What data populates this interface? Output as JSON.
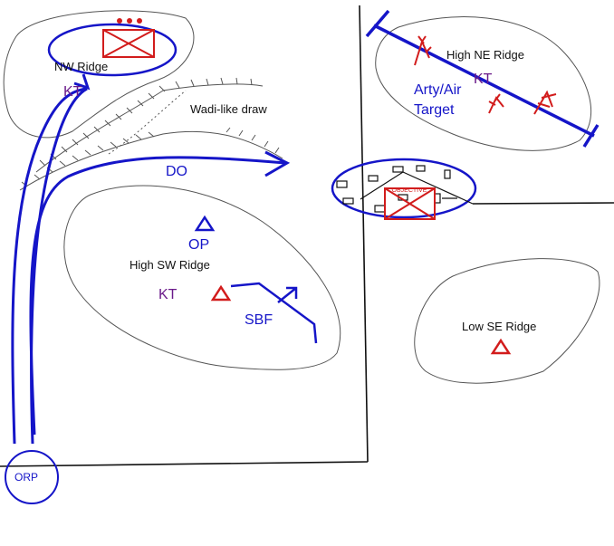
{
  "labels": {
    "nw_ridge": "NW Ridge",
    "wadi": "Wadi-like draw",
    "high_ne_ridge": "High NE Ridge",
    "arty_air_line1": "Arty/Air",
    "arty_air_line2": "Target",
    "do": "DO",
    "op": "OP",
    "high_sw_ridge": "High SW Ridge",
    "kt_nw": "KT",
    "kt_sw": "KT",
    "kt_ne": "KT",
    "sbf": "SBF",
    "low_se_ridge": "Low SE Ridge",
    "orp": "ORP",
    "objective": "OBJECTIVE"
  },
  "colors": {
    "maneuver_blue": "#1515c8",
    "enemy_red": "#d21c1c",
    "kt_purple": "#6a1a8a",
    "terrain_gray": "#555555",
    "boundary_black": "#111111"
  },
  "icons": {
    "enemy_unit": "enemy-unit-box-icon",
    "observation_post": "triangle-icon",
    "obstacle": "tank-obstacle-icon"
  }
}
